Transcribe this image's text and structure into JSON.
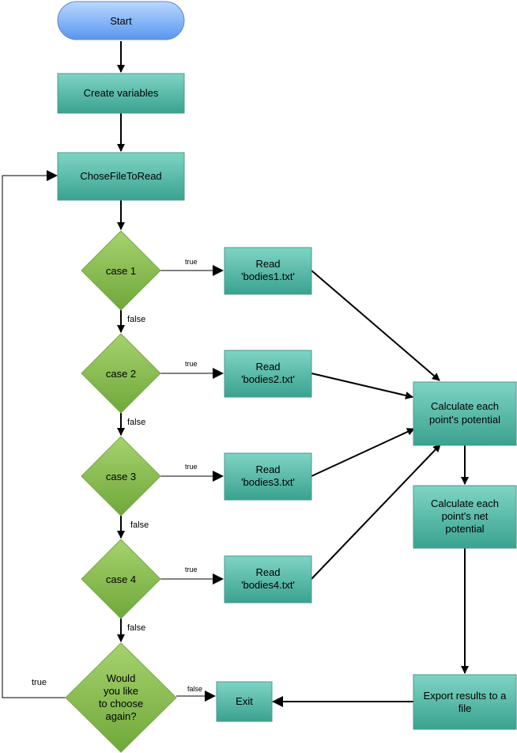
{
  "colors": {
    "process_top": "#7fd4c4",
    "process_bottom": "#3aa290",
    "decision_top": "#a6d26e",
    "decision_bottom": "#6fa83a",
    "terminator_top": "#b8d8ff",
    "terminator_bottom": "#5a96ee",
    "edge": "#000000"
  },
  "nodes": {
    "start": {
      "label": "Start"
    },
    "create_vars": {
      "label": "Create variables"
    },
    "chose_file": {
      "label": "ChoseFileToRead"
    },
    "case1": {
      "label": "case 1"
    },
    "case2": {
      "label": "case 2"
    },
    "case3": {
      "label": "case 3"
    },
    "case4": {
      "label": "case 4"
    },
    "read1": {
      "line1": "Read",
      "line2": "'bodies1.txt'"
    },
    "read2": {
      "line1": "Read",
      "line2": "'bodies2.txt'"
    },
    "read3": {
      "line1": "Read",
      "line2": "'bodies3.txt'"
    },
    "read4": {
      "line1": "Read",
      "line2": "'bodies4.txt'"
    },
    "calc_potential": {
      "line1": "Calculate each",
      "line2": "point's potential"
    },
    "calc_net": {
      "line1": "Calculate each",
      "line2": "point's net",
      "line3": "potential"
    },
    "export": {
      "line1": "Export results to a",
      "line2": "file"
    },
    "exit": {
      "label": "Exit"
    },
    "again": {
      "line1": "Would",
      "line2": "you like",
      "line3": "to choose",
      "line4": "again?"
    }
  },
  "edges": {
    "case1_true": "true",
    "case2_true": "true",
    "case3_true": "true",
    "case4_true": "true",
    "case1_false": "false",
    "case2_false": "false",
    "case3_false": "false",
    "case4_false": "false",
    "again_true": "true",
    "again_false": "false"
  }
}
